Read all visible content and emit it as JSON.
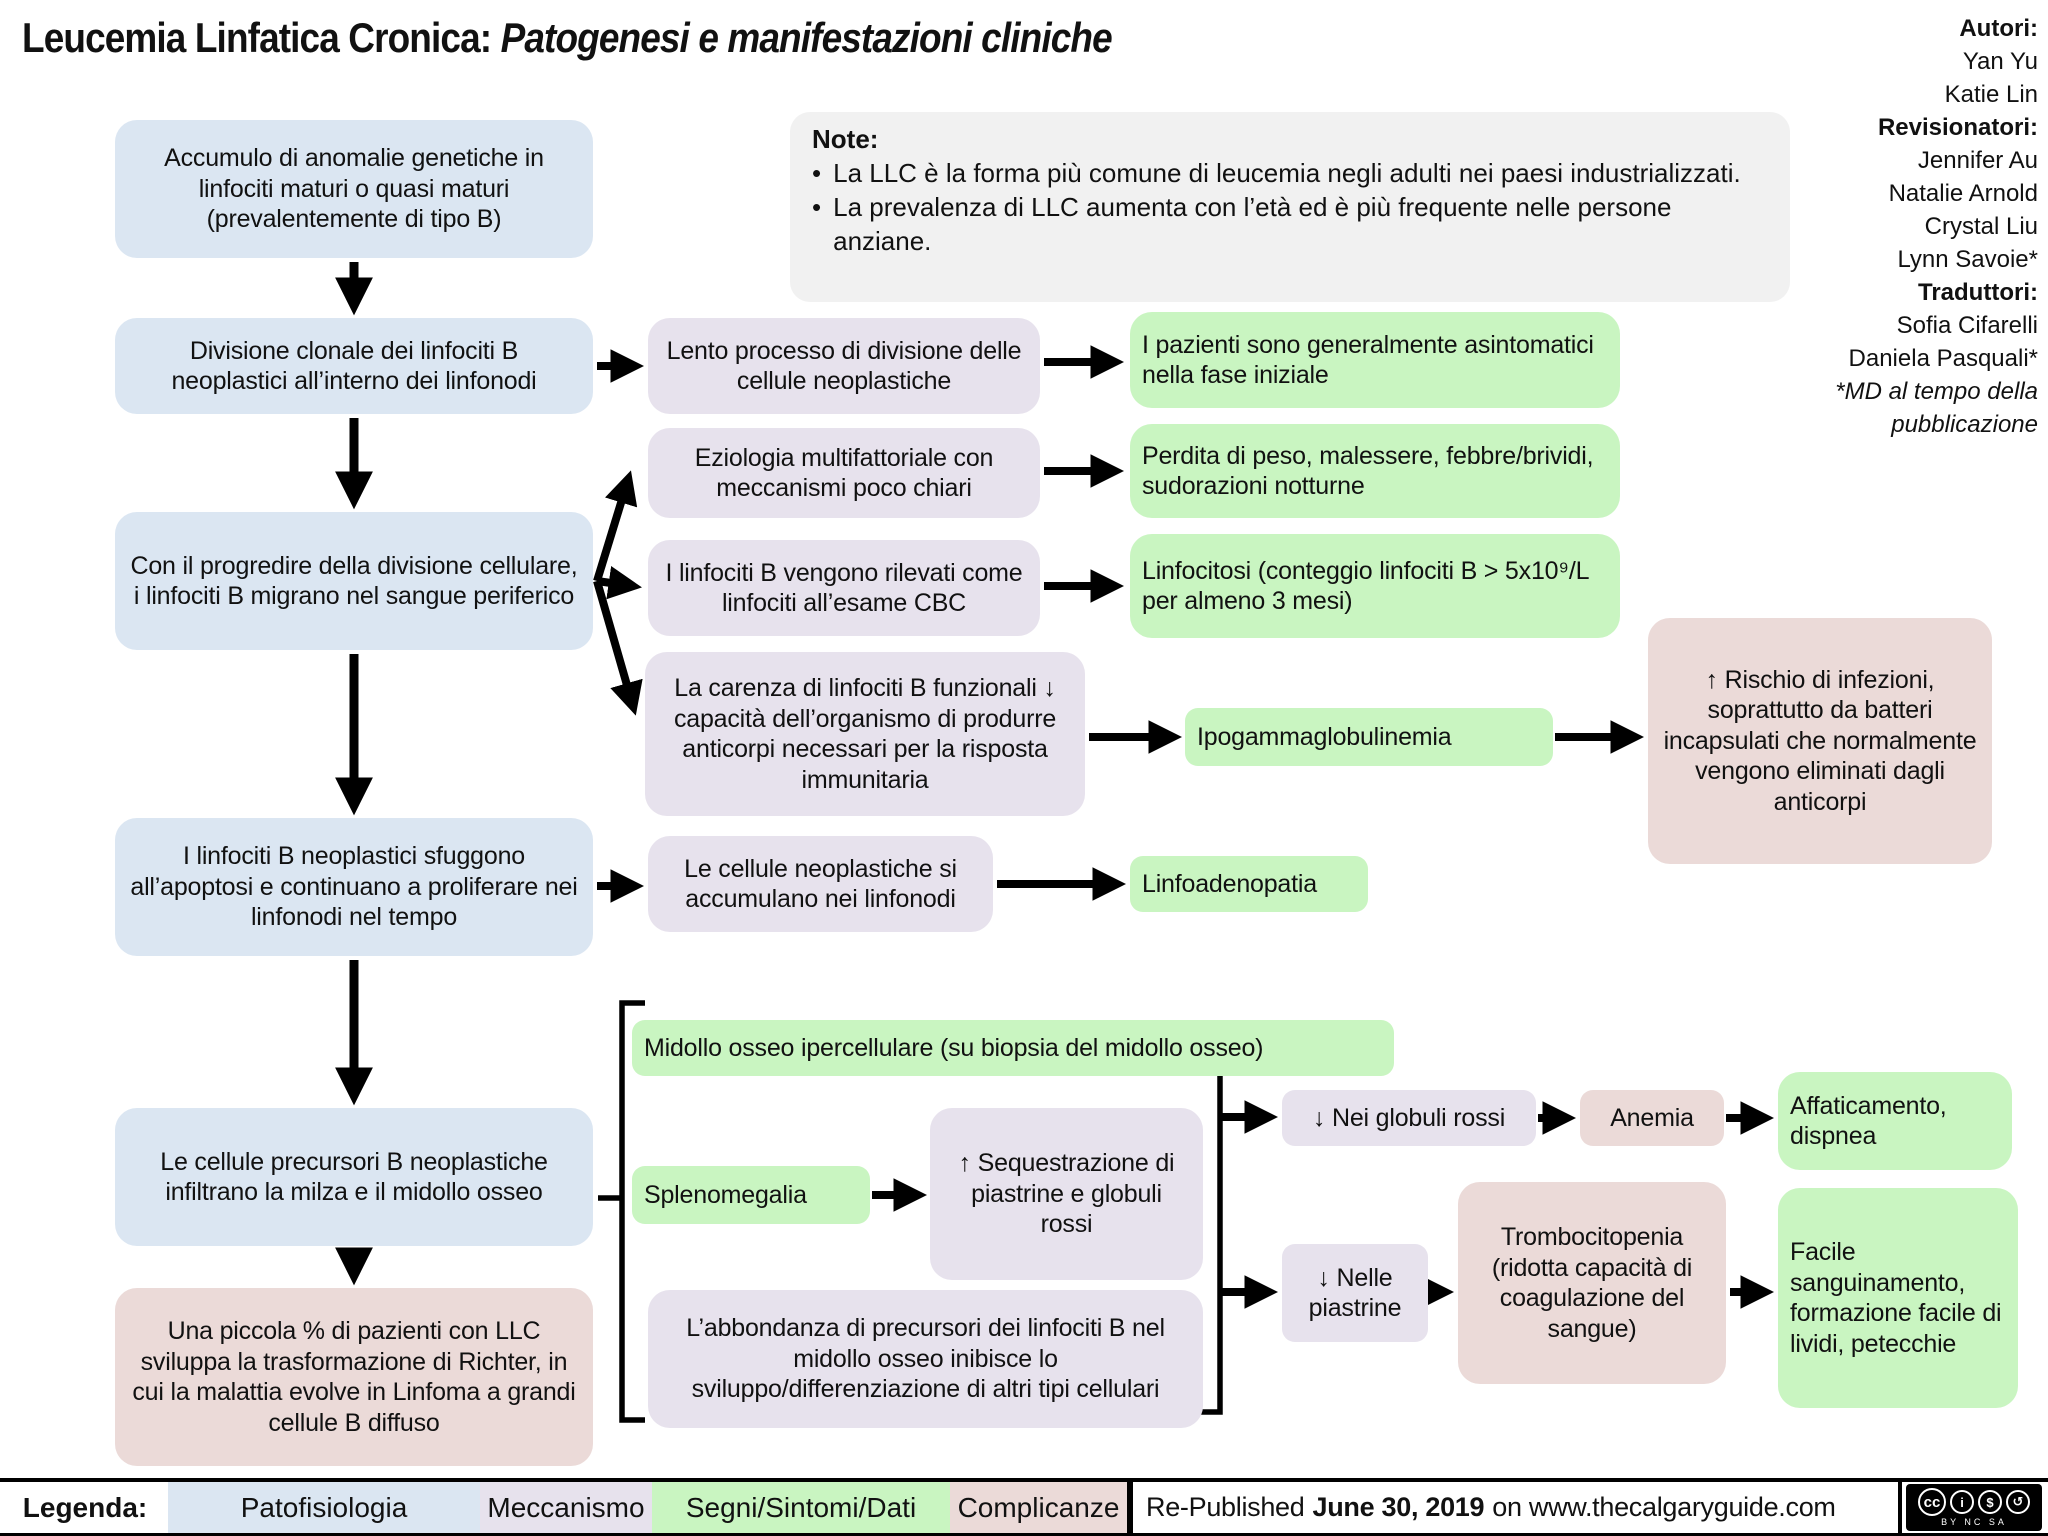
{
  "title": {
    "prefix": "Leucemia Linfatica Cronica: ",
    "emphasis": "Patogenesi e manifestazioni cliniche"
  },
  "credits": {
    "authors_heading": "Autori:",
    "authors": [
      "Yan Yu",
      "Katie Lin"
    ],
    "reviewers_heading": "Revisionatori:",
    "reviewers": [
      "Jennifer Au",
      "Natalie Arnold",
      "Crystal Liu",
      "Lynn Savoie*"
    ],
    "translators_heading": "Traduttori:",
    "translators": [
      "Sofia Cifarelli",
      "Daniela Pasquali*"
    ],
    "footnote": "*MD al tempo della pubblicazione"
  },
  "note": {
    "heading": "Note:",
    "bullet_glyph": "•",
    "bullets": [
      "La LLC è la forma più comune di leucemia negli adulti nei paesi industrializzati.",
      "La prevalenza di LLC aumenta con l’età ed è più frequente nelle persone anziane."
    ]
  },
  "boxes": {
    "accumulo_anomalie": "Accumulo di anomalie genetiche in linfociti maturi o quasi maturi (prevalentemente di tipo B)",
    "divisione_clonale": "Divisione clonale dei linfociti B neoplastici all’interno dei linfonodi",
    "migrazione_sangue": "Con il progredire della divisione cellulare, i linfociti B migrano nel sangue periferico",
    "sfuggono_apoptosi": "I linfociti B neoplastici sfuggono all’apoptosi e continuano a proliferare nei linfonodi nel tempo",
    "infiltrano_milza": "Le cellule precursori B neoplastiche infiltrano la milza e il midollo osseo",
    "richter": "Una piccola % di pazienti con LLC sviluppa la trasformazione di Richter, in cui la malattia evolve in Linfoma a grandi cellule B diffuso",
    "lento_processo": "Lento processo di divisione delle cellule neoplastiche",
    "eziologia": "Eziologia multifattoriale con meccanismi poco chiari",
    "rilevati_cbc": "I linfociti B vengono rilevati come linfociti all’esame CBC",
    "carenza_funzionali": "La carenza di linfociti B funzionali ↓ capacità dell’organismo di produrre anticorpi necessari per la risposta immunitaria",
    "accumulo_linfonodi": "Le cellule neoplastiche si accumulano nei linfonodi",
    "sequestrazione": "↑ Sequestrazione di piastrine e globuli rossi",
    "riduzione_globuli_rossi": "↓ Nei globuli rossi",
    "riduzione_piastrine": "↓ Nelle piastrine",
    "abbondanza_precursori": "L’abbondanza di precursori dei linfociti B nel midollo osseo inibisce lo sviluppo/differenziazione di altri tipi cellulari",
    "asintomatici": "I pazienti sono generalmente asintomatici nella fase iniziale",
    "perdita_peso": "Perdita di peso, malessere, febbre/brividi, sudorazioni notturne",
    "linfocitosi": "Linfocitosi (conteggio linfociti B > 5x10⁹/L per almeno 3 mesi)",
    "ipogammaglobulinemia": "Ipogammaglobulinemia",
    "linfoadenopatia": "Linfoadenopatia",
    "midollo_ipercellulare": "Midollo osseo ipercellulare (su biopsia del midollo osseo)",
    "splenomegalia": "Splenomegalia",
    "rischio_infezioni": "↑ Rischio di infezioni, soprattutto da batteri incapsulati che normalmente vengono eliminati dagli anticorpi",
    "anemia": "Anemia",
    "affaticamento": "Affaticamento, dispnea",
    "trombocitopenia": "Trombocitopenia (ridotta capacità di coagulazione del sangue)",
    "facile_sanguinamento": "Facile sanguinamento, formazione facile di lividi, petecchie"
  },
  "legend": {
    "label": "Legenda:",
    "items": [
      {
        "label": "Patofisiologia",
        "color": "#dbe6f2"
      },
      {
        "label": "Meccanismo",
        "color": "#e7e2ed"
      },
      {
        "label": "Segni/Sintomi/Dati",
        "color": "#c9f5c1"
      },
      {
        "label": "Complicanze",
        "color": "#ebdad8"
      }
    ]
  },
  "footer": {
    "republished_prefix": "Re-Published",
    "republished_date": "June 30, 2019",
    "republished_suffix": "on www.thecalgaryguide.com",
    "cc": {
      "logo": "cc",
      "by_glyph": "i",
      "nc_glyph": "$",
      "sa_glyph": "↺",
      "label": "BY NC SA"
    }
  },
  "colors": {
    "patofisiologia": "#dbe6f2",
    "meccanismo": "#e7e2ed",
    "segni_sintomi_dati": "#c9f5c1",
    "complicanze": "#ebdad8",
    "note_bg": "#f1f1f1",
    "arrow": "#000000"
  }
}
